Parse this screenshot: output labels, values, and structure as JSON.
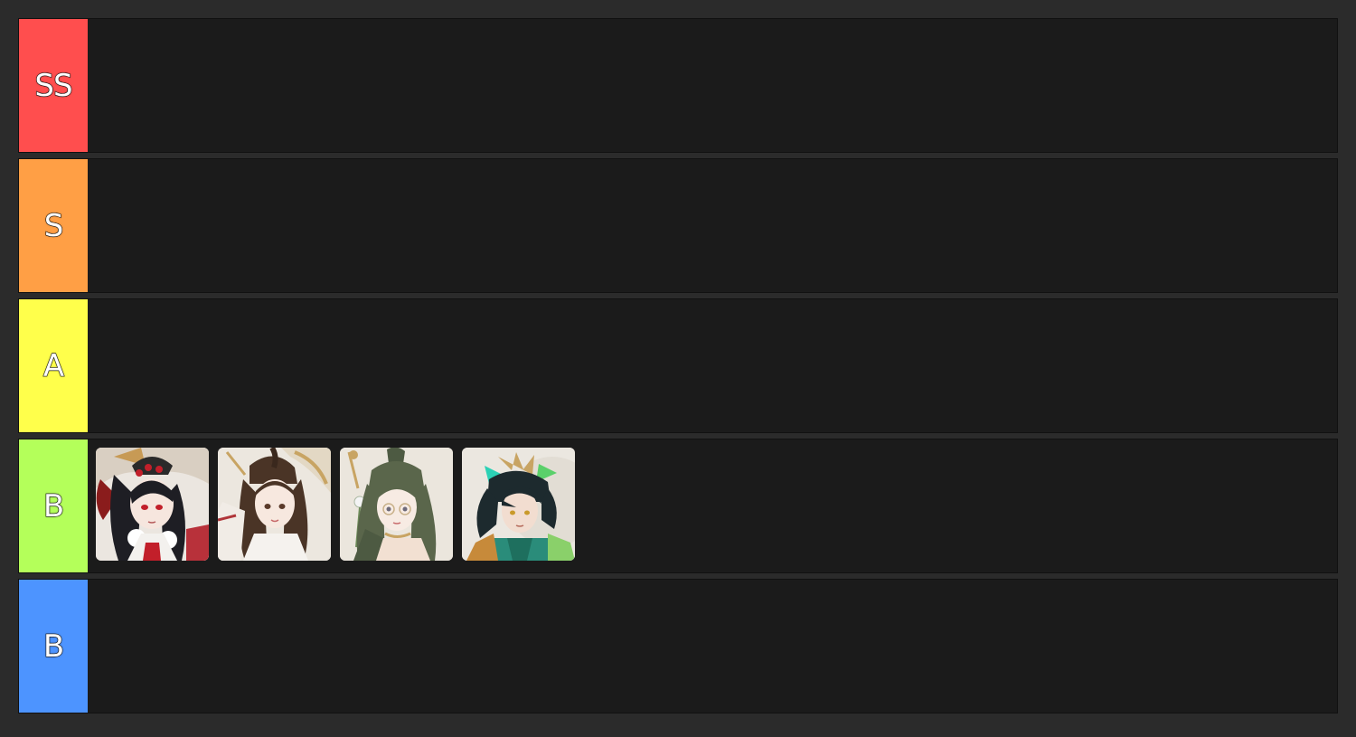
{
  "tiers": [
    {
      "label": "SS",
      "color": "#ff4e4e",
      "items": []
    },
    {
      "label": "S",
      "color": "#ff9f45",
      "items": []
    },
    {
      "label": "A",
      "color": "#ffff4b",
      "items": []
    },
    {
      "label": "B",
      "color": "#b4ff5a",
      "items": [
        {
          "icon": "character-portrait-red-eyed-shrine-maiden-icon"
        },
        {
          "icon": "character-portrait-brown-haired-lady-icon"
        },
        {
          "icon": "character-portrait-glasses-green-haired-lady-icon"
        },
        {
          "icon": "character-portrait-green-crested-warrior-icon"
        }
      ]
    },
    {
      "label": "B",
      "color": "#4d94ff",
      "items": []
    }
  ]
}
